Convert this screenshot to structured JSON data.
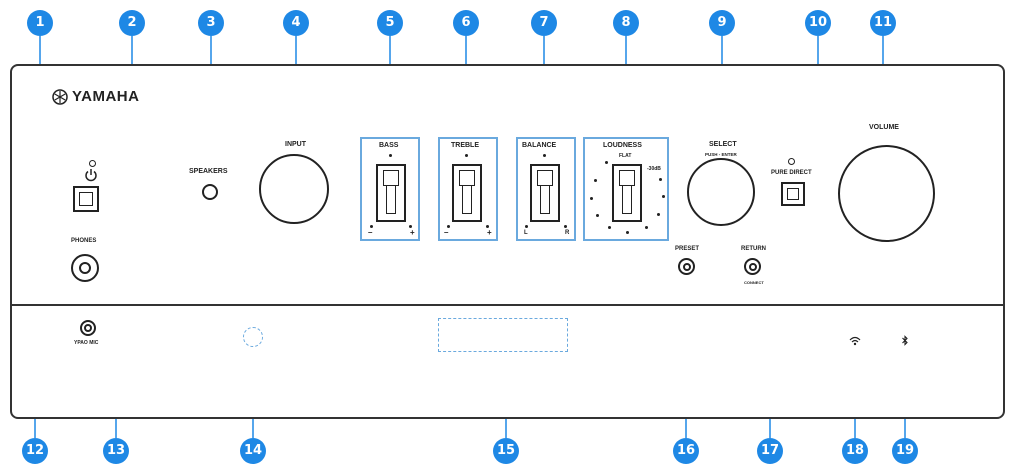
{
  "brand": {
    "name": "YAMAHA"
  },
  "labels": {
    "speakers": "SPEAKERS",
    "input": "INPUT",
    "bass": "BASS",
    "treble": "TREBLE",
    "balance": "BALANCE",
    "loudness": "LOUDNESS",
    "flat": "FLAT",
    "minus30": "-30dB",
    "select": "SELECT",
    "push_enter": "PUSH - ENTER",
    "pure_direct": "PURE DIRECT",
    "volume": "VOLUME",
    "phones": "PHONES",
    "preset": "PRESET",
    "return": "RETURN",
    "connect": "CONNECT",
    "ypao_mic": "YPAO MIC",
    "minus": "–",
    "plus": "+",
    "left": "L",
    "right": "R"
  },
  "callouts": [
    "1",
    "2",
    "3",
    "4",
    "5",
    "6",
    "7",
    "8",
    "9",
    "10",
    "11",
    "12",
    "13",
    "14",
    "15",
    "16",
    "17",
    "18",
    "19"
  ],
  "icons": {
    "power": "power-icon",
    "wifi": "wifi-icon",
    "bluetooth": "bluetooth-icon",
    "brand": "yamaha-tuning-fork-icon"
  },
  "colors": {
    "callout": "#1e88e5",
    "highlight": "#6aa9de",
    "outline": "#222222"
  }
}
